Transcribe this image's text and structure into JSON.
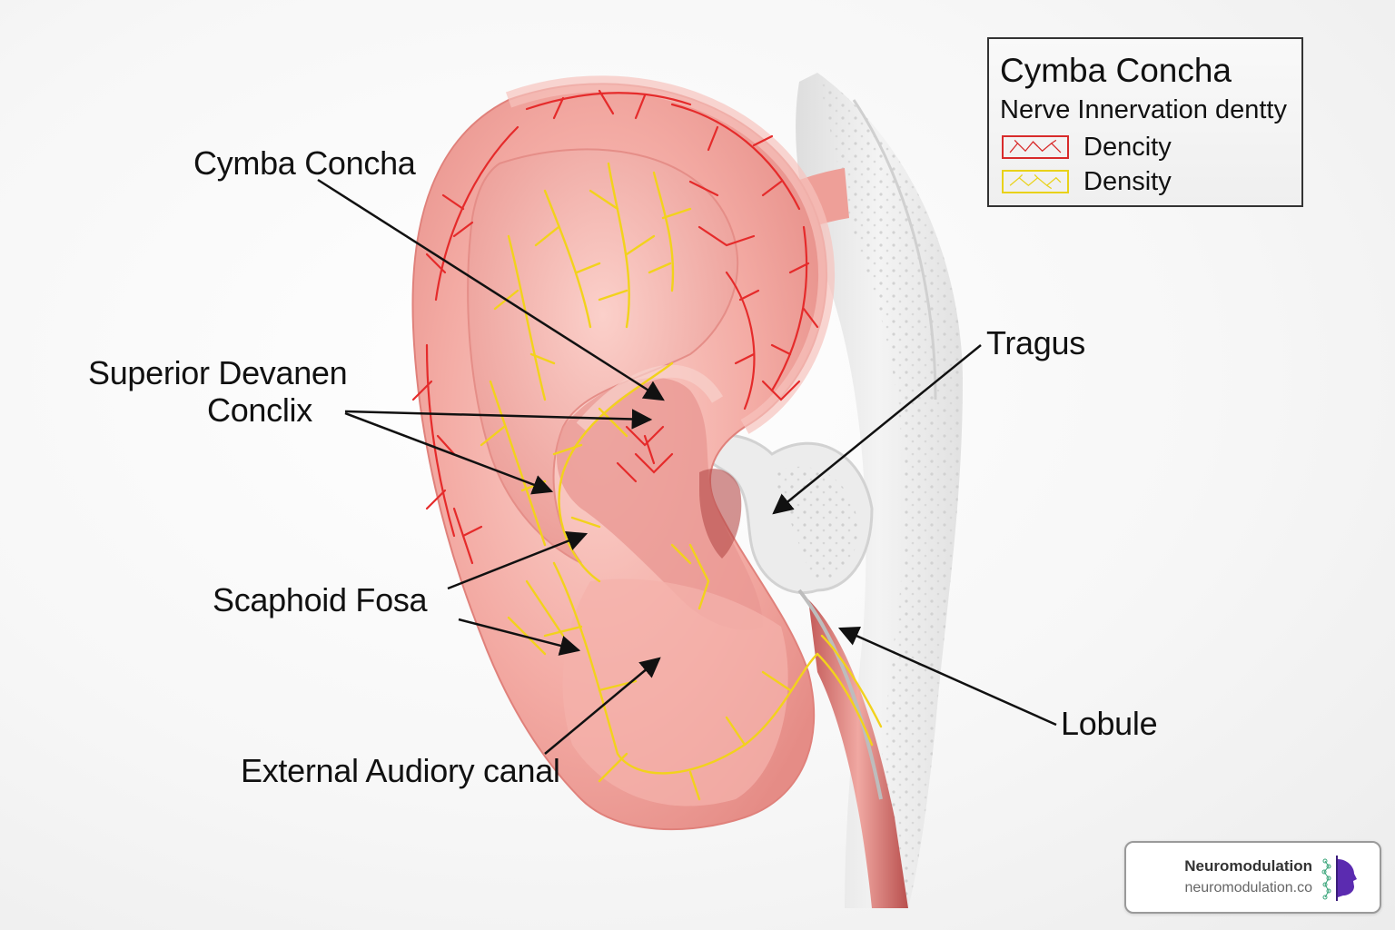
{
  "diagram": {
    "subject": "Auricle (outer ear) nerve innervation",
    "labels": [
      {
        "id": "cymba-concha",
        "text": "Cymba Concha"
      },
      {
        "id": "superior-line1",
        "text": "Superior Devanen"
      },
      {
        "id": "superior-line2",
        "text": "Conclix"
      },
      {
        "id": "scaphoid-fosa",
        "text": "Scaphoid Fosa"
      },
      {
        "id": "external-auditory",
        "text": "External Audiory canal"
      },
      {
        "id": "tragus",
        "text": "Tragus"
      },
      {
        "id": "lobule",
        "text": "Lobule"
      }
    ],
    "colors": {
      "skin": "#f2a9a4",
      "skin_light": "#f8c8c2",
      "vessels_red": "#e52b2b",
      "nerves_yellow": "#f2d21c",
      "bone": "#ececec",
      "arrow": "#111111"
    }
  },
  "legend": {
    "title": "Cymba Concha",
    "subtitle": "Nerve Innervation dentty",
    "items": [
      {
        "label": "Dencity",
        "swatch": "red-vessel-pattern",
        "color": "#d82b2b"
      },
      {
        "label": "Density",
        "swatch": "yellow-nerve-pattern",
        "color": "#e9d21a"
      }
    ]
  },
  "watermark": {
    "title": "Neuromodulation",
    "url": "neuromodulation.co",
    "icon": "head-profile-with-molecules-icon"
  }
}
